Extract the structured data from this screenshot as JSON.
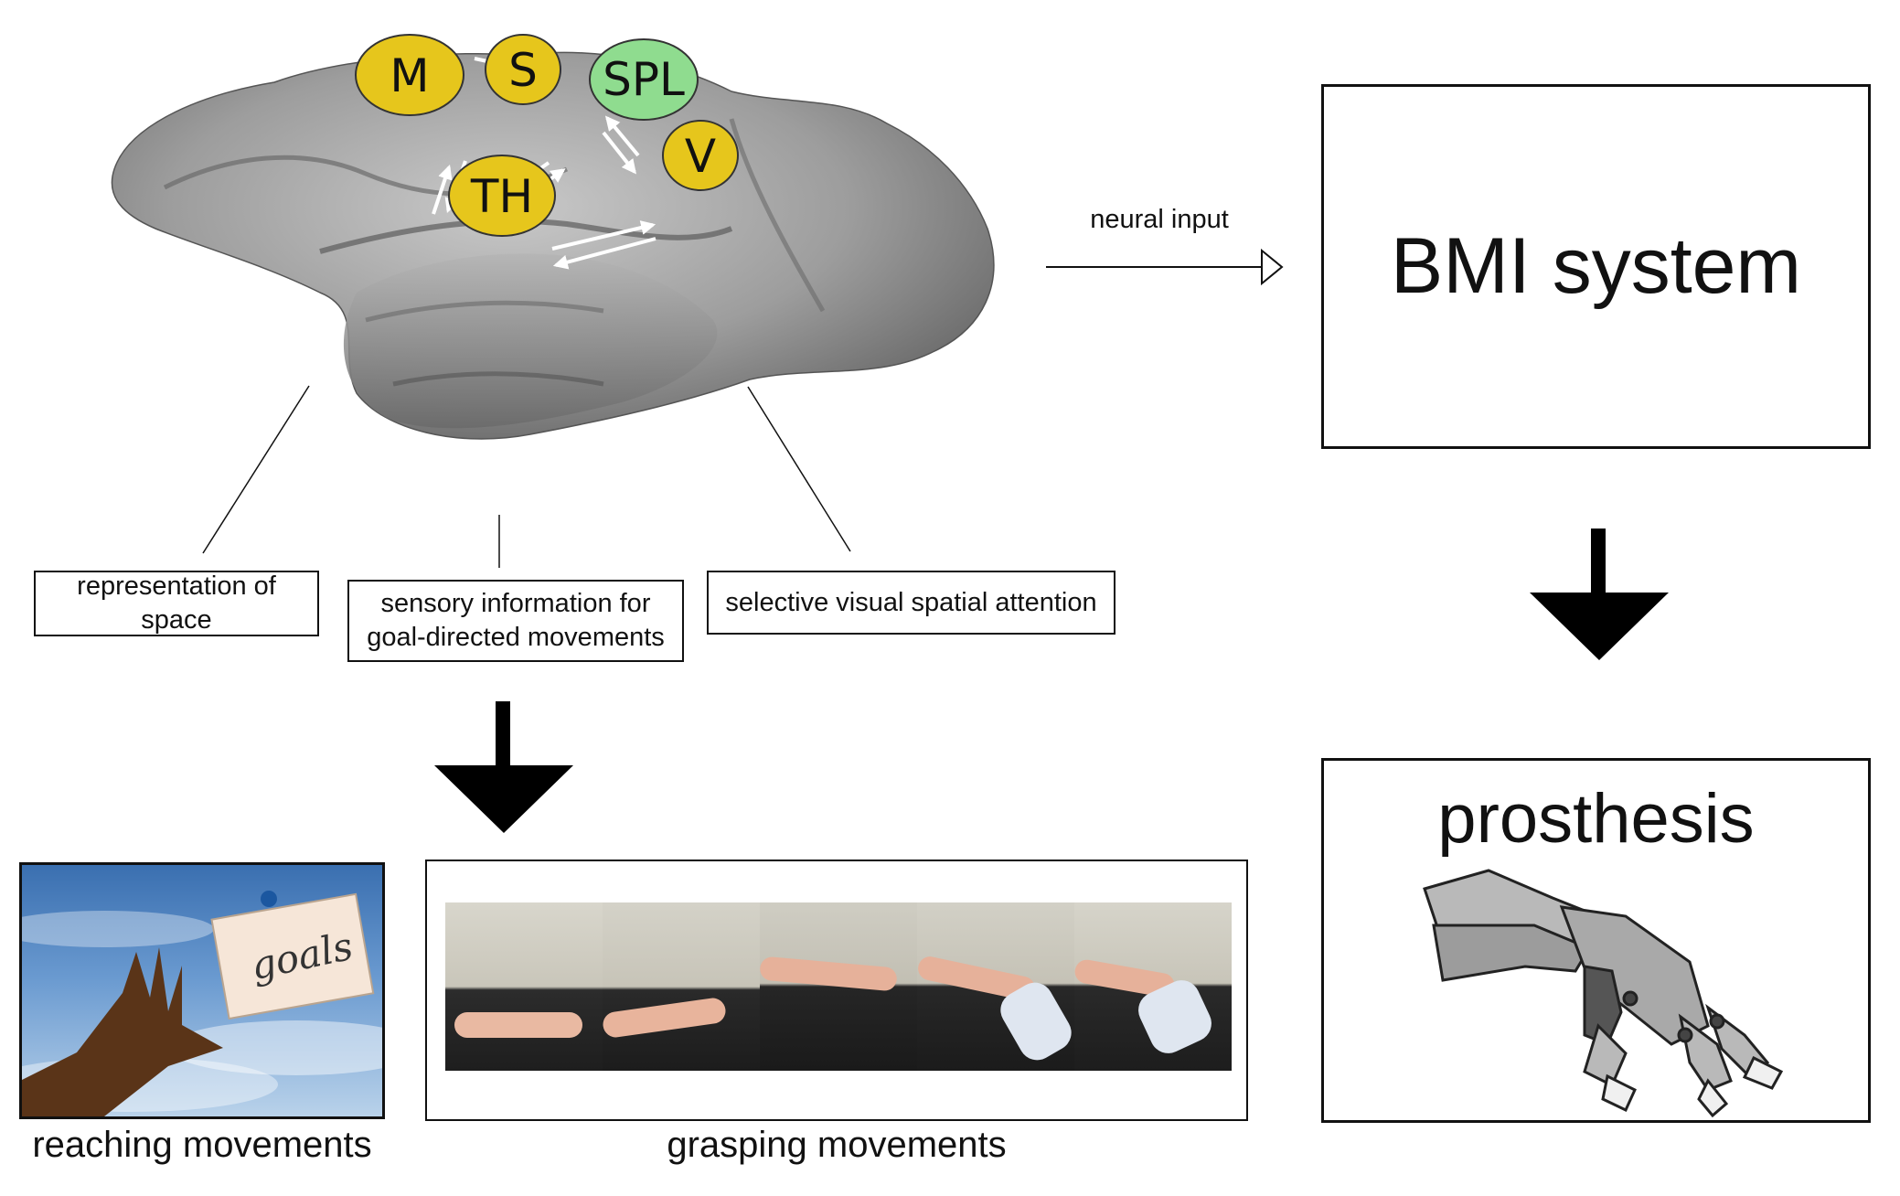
{
  "brain": {
    "regions": [
      {
        "id": "M",
        "label": "M"
      },
      {
        "id": "S",
        "label": "S"
      },
      {
        "id": "SPL",
        "label": "SPL"
      },
      {
        "id": "V",
        "label": "V"
      },
      {
        "id": "TH",
        "label": "TH"
      }
    ],
    "colors": {
      "yellow": "#e6c61c",
      "green": "#8fdc8f",
      "cortex": "#9a9a9a"
    }
  },
  "annotations": {
    "representation": "representation of space",
    "sensory_line1": "sensory information  for",
    "sensory_line2": "goal-directed movements",
    "attention": "selective visual spatial attention"
  },
  "flow": {
    "neural_input": "neural input",
    "bmi_system": "BMI system",
    "prosthesis": "prosthesis"
  },
  "photos": {
    "goals_note": "goals",
    "reaching_caption": "reaching movements",
    "grasping_caption": "grasping movements"
  }
}
